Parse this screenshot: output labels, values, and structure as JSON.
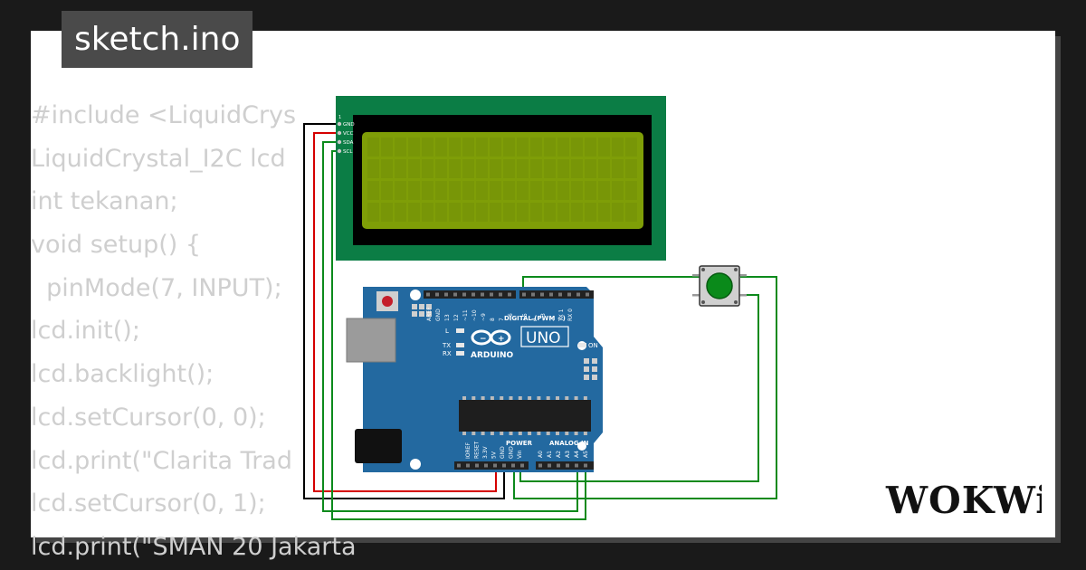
{
  "tab": {
    "title": "sketch.ino"
  },
  "code_lines": [
    "#include <LiquidCrys",
    "LiquidCrystal_I2C lcd",
    "int tekanan;",
    "void setup() {",
    "  pinMode(7, INPUT);",
    "lcd.init();",
    "lcd.backlight();",
    "lcd.setCursor(0, 0);",
    "lcd.print(\"Clarita Trad",
    "lcd.setCursor(0, 1);",
    "lcd.print(\"SMAN 20 Jakarta"
  ],
  "lcd": {
    "pins": [
      "GND",
      "VCC",
      "SDA",
      "SCL"
    ],
    "pin_index": "1",
    "colors": {
      "bezel": "#0b7d45",
      "screen": "#7f9e07",
      "frame": "#000000"
    }
  },
  "board": {
    "name": "UNO",
    "brand": "ARDUINO",
    "digital_label": "DIGITAL (PWM ~)",
    "power_label": "POWER",
    "analog_label": "ANALOG IN",
    "led_labels": [
      "L",
      "TX",
      "RX"
    ],
    "on_label": "ON",
    "digital_pins": [
      "AREF",
      "GND",
      "13",
      "12",
      "~11",
      "~10",
      "~9",
      "8",
      "7",
      "~6",
      "~5",
      "4",
      "~3",
      "2",
      "TX 1",
      "RX 0"
    ],
    "power_pins": [
      "IOREF",
      "RESET",
      "3.3V",
      "5V",
      "GND",
      "GND",
      "Vin"
    ],
    "analog_pins": [
      "A0",
      "A1",
      "A2",
      "A3",
      "A4",
      "A5"
    ],
    "color": "#2369a0"
  },
  "button": {
    "cap_color": "#0a8a1a"
  },
  "wires": {
    "gnd": "#000000",
    "vcc": "#d50000",
    "signal": "#0c8a1c"
  },
  "brand": {
    "text": "WOKWi"
  }
}
